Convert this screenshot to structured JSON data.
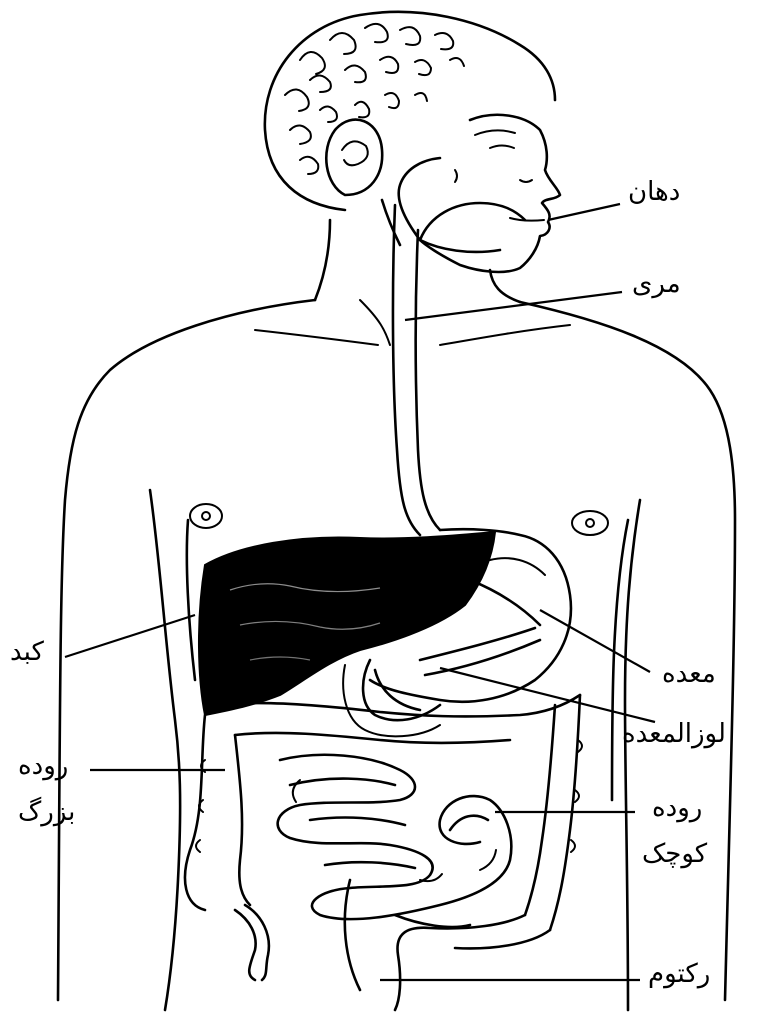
{
  "diagram": {
    "labels": {
      "mouth": "دهان",
      "esophagus": "مری",
      "liver": "کبد",
      "stomach": "معده",
      "pancreas": "لوزالمعده",
      "large_intestine_line1": "روده",
      "large_intestine_line2": "بزرگ",
      "small_intestine_line1": "روده",
      "small_intestine_line2": "کوچک",
      "rectum": "رکتوم"
    },
    "colors": {
      "ink": "#000000",
      "background": "#ffffff"
    }
  }
}
